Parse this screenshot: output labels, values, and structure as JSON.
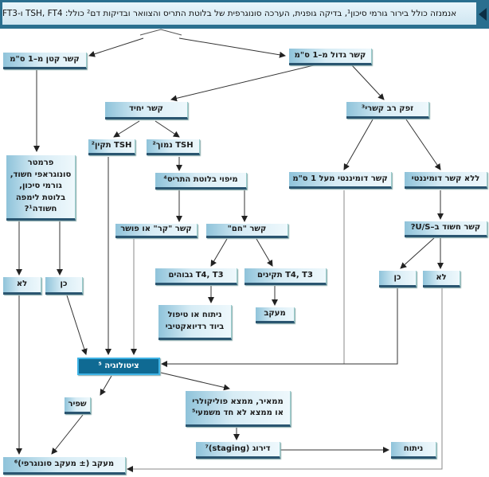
{
  "header": {
    "text": "אנמנזה כולל בירור גורמי סיכון¹, בדיקה גופנית, הערכה סונוגרפית של בלוטת התריס והצוואר ובדיקות דם² כולל: TSH, FT4 ו-FT3"
  },
  "nodes": {
    "large": "קשר גדול מ–1 ס\"מ",
    "small": "קשר קטן מ–1 ס\"מ",
    "single": "קשר יחיד",
    "multi": "זפק רב קשרי³",
    "tsh_normal": "TSH תקין²",
    "tsh_low": "TSH נמוך²",
    "suspicious_param": "פרמטר סונוגראפי חשוד, גורמי סיכון, בלוטת לימפה חשודה¹?",
    "mapping": "מיפוי בלוטת התריס⁴",
    "dominant": "קשר דומיננטי מעל 1 ס\"מ",
    "no_dominant": "ללא קשר דומיננטי",
    "cold": "קשר \"קר\" או פושר",
    "hot": "קשר \"חם\"",
    "suspicious_us": "קשר חשוד ב–U/S?",
    "t3t4_high": "T4, T3 גבוהים",
    "t3t4_normal": "T4, T3 תקינים",
    "left_no": "לא",
    "left_yes": "כן",
    "right_yes": "כן",
    "right_no": "לא",
    "radio": "ניתוח או טיפול ביוד רדיואקטיבי",
    "followup_hot": "מעקב",
    "cytology": "ציטולוגיה ⁵",
    "benign": "שפיר",
    "malignant": "ממאיר, ממצא פוליקולרי או ממצא לא חד משמעי⁵",
    "staging": "דירוג (staging)⁷",
    "surgery": "ניתוח",
    "followup": "מעקב (± מעקב סונוגרפי)⁶"
  },
  "colors": {
    "header": "#2a6f8f",
    "cytology": "#0f6a93",
    "box_edge": "#2a5570"
  }
}
